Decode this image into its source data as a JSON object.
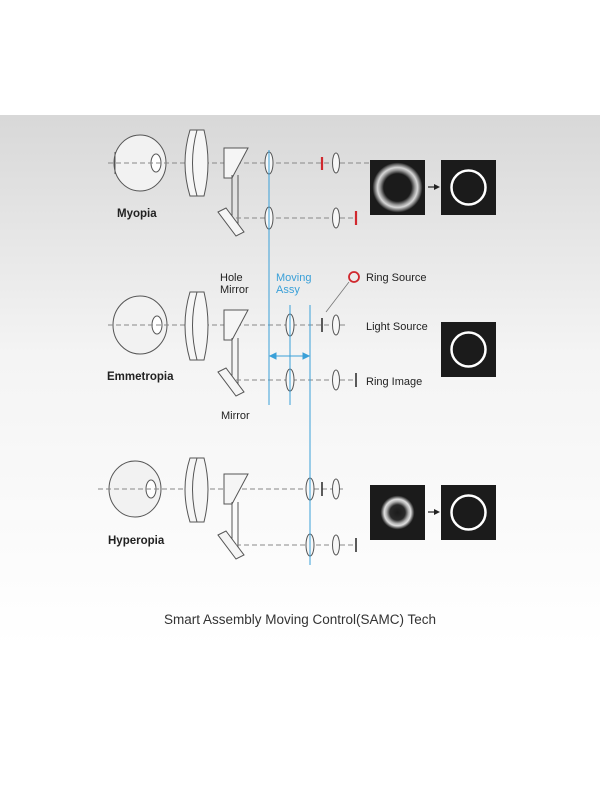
{
  "labels": {
    "myopia": "Myopia",
    "emmetropia": "Emmetropia",
    "hyperopia": "Hyperopia",
    "hole_mirror": "Hole\nMirror",
    "moving_assy": "Moving\nAssy",
    "ring_source": "Ring Source",
    "light_source": "Light Source",
    "ring_image": "Ring Image",
    "mirror": "Mirror"
  },
  "caption": "Smart Assembly Moving Control(SAMC) Tech",
  "colors": {
    "accent_blue": "#3aa0d8",
    "ring_source_red": "#d0282e",
    "box_dark": "#1b1b1b"
  }
}
